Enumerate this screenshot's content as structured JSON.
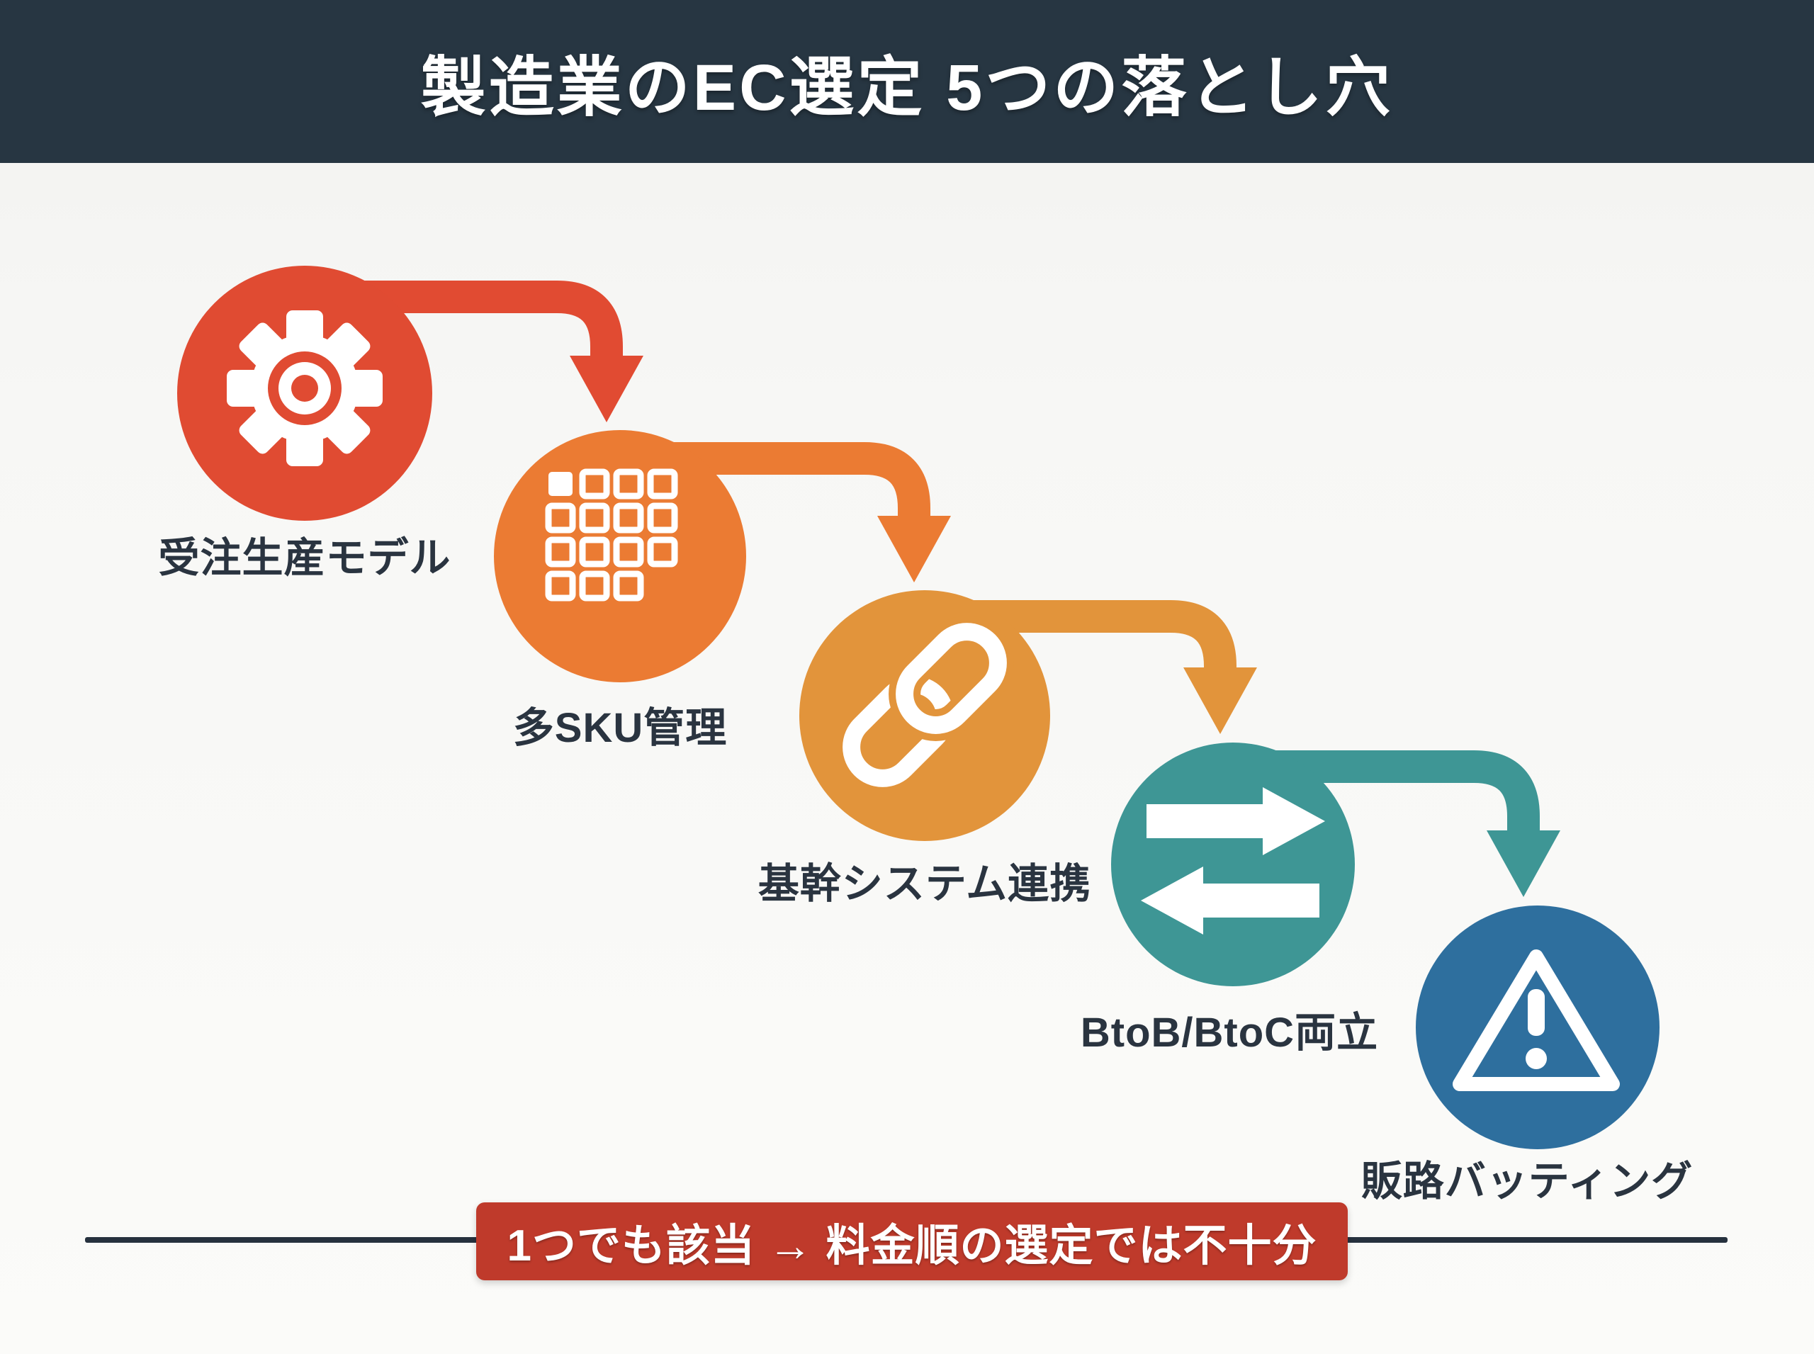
{
  "header": {
    "title": "製造業のEC選定 5つの落とし穴",
    "bg_color": "#273642",
    "text_color": "#ffffff"
  },
  "steps": [
    {
      "label": "受注生産モデル",
      "color": "#e04b32",
      "icon": "gear-icon"
    },
    {
      "label": "多SKU管理",
      "color": "#eb7b33",
      "icon": "sku-grid-icon"
    },
    {
      "label": "基幹システム連携",
      "color": "#e2943b",
      "icon": "chain-link-icon"
    },
    {
      "label": "BtoB/BtoC両立",
      "color": "#3e9695",
      "icon": "transfer-arrows-icon"
    },
    {
      "label": "販路バッティング",
      "color": "#2e6f9e",
      "icon": "warning-triangle-icon"
    }
  ],
  "arrows": [
    {
      "color": "#e14b32"
    },
    {
      "color": "#eb7b33"
    },
    {
      "color": "#e2943b"
    },
    {
      "color": "#3e9695"
    }
  ],
  "footer": {
    "banner_text": "1つでも該当 → 料金順の選定では不十分",
    "banner_bg": "#bf3a2b",
    "rule_color": "#26313e"
  },
  "colors": {
    "background": "#f6f6f4",
    "label_text": "#2a3440",
    "icon": "#ffffff"
  }
}
